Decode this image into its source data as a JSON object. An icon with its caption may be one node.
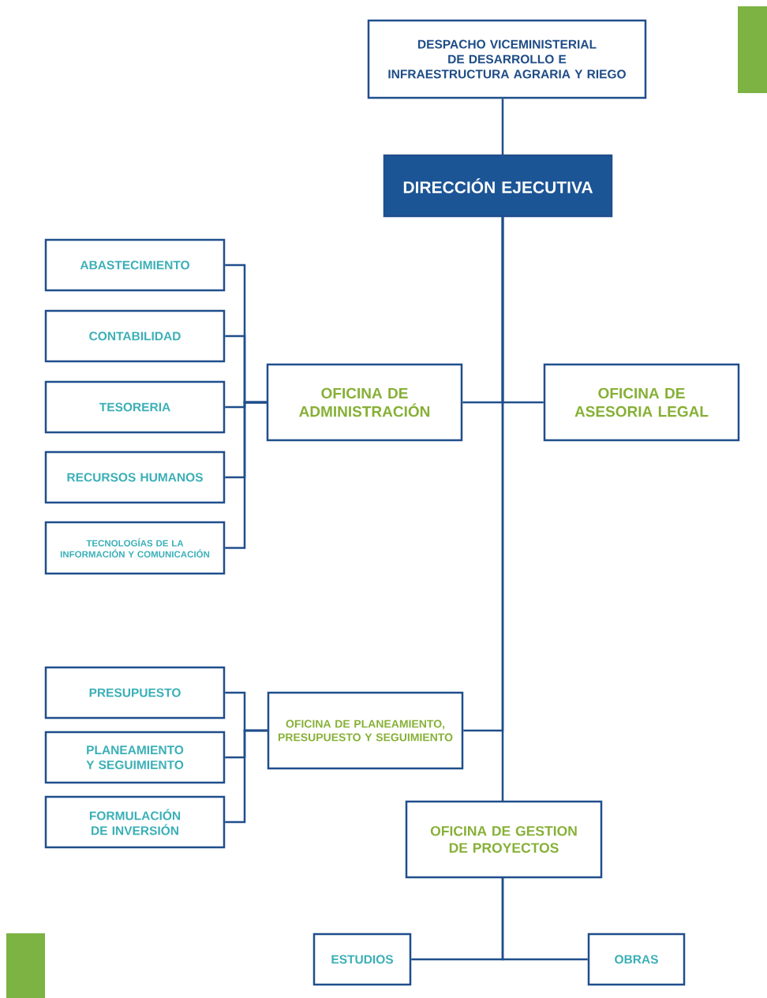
{
  "diagram": {
    "nodes": [
      {
        "text": [
          "DESPACHO VICEMINISTERIAL DE DESARROLLO E INFRAESTRUCTURA AGRARIA Y RIEGO"
        ]
      },
      {
        "text": [
          "DIRECCIÓN EJECUTIVA"
        ]
      },
      {
        "text": [
          "ABASTECIMIENTO"
        ]
      },
      {
        "text": [
          "CONTABILIDAD"
        ]
      },
      {
        "text": [
          "TESORERIA"
        ]
      },
      {
        "text": [
          "RECURSOS HUMANOS"
        ]
      },
      {
        "text": [
          "TECNOLOGÍAS DE LA INFORMACIÓN Y COMUNICACIÓN"
        ]
      },
      {
        "text": [
          "OFICINA DE ADMINISTRACIÓN"
        ]
      },
      {
        "text": [
          "OFICINA DE ASESORIA LEGAL"
        ]
      },
      {
        "text": [
          "PRESUPUESTO"
        ]
      },
      {
        "text": [
          "PLANEAMIENTO Y SEGUIMIENTO"
        ]
      },
      {
        "text": [
          "FORMULACIÓN DE INVERSIÓN"
        ]
      },
      {
        "text": [
          "OFICINA DE PLANEAMIENTO, PRESUPUESTO Y SEGUIMIENTO"
        ]
      },
      {
        "text": [
          "OFICINA DE GESTION DE PROYECTOS"
        ]
      },
      {
        "text": [
          "ESTUDIOS"
        ]
      },
      {
        "text": [
          "OBRAS"
        ]
      }
    ],
    "edges": [
      {
        "from": 0,
        "to": 1,
        "arrow": "none"
      },
      {
        "from": 1,
        "to": 7,
        "arrow": "none"
      },
      {
        "from": 1,
        "to": 8,
        "arrow": "none"
      },
      {
        "from": 1,
        "to": 12,
        "arrow": "none"
      },
      {
        "from": 1,
        "to": 13,
        "arrow": "none"
      },
      {
        "from": 7,
        "to": 2,
        "arrow": "none"
      },
      {
        "from": 7,
        "to": 3,
        "arrow": "none"
      },
      {
        "from": 7,
        "to": 4,
        "arrow": "none"
      },
      {
        "from": 7,
        "to": 5,
        "arrow": "none"
      },
      {
        "from": 7,
        "to": 6,
        "arrow": "none"
      },
      {
        "from": 12,
        "to": 9,
        "arrow": "none"
      },
      {
        "from": 12,
        "to": 10,
        "arrow": "none"
      },
      {
        "from": 12,
        "to": 11,
        "arrow": "none"
      },
      {
        "from": 13,
        "to": 14,
        "arrow": "none"
      },
      {
        "from": 13,
        "to": 15,
        "arrow": "none"
      }
    ]
  }
}
